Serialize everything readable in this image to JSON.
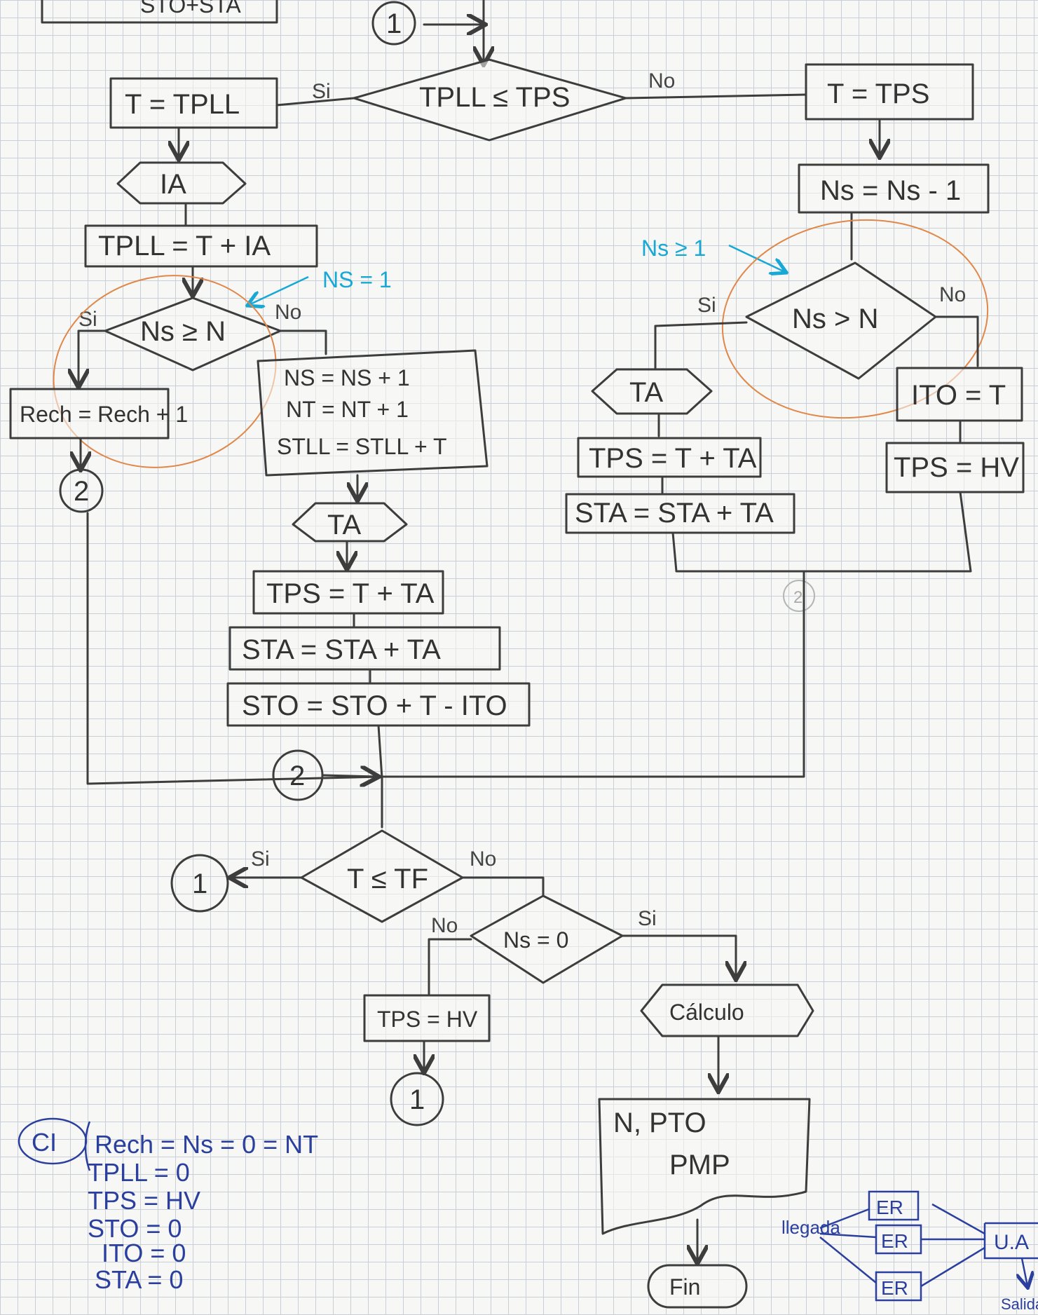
{
  "top": {
    "partial_box": "STO+STA",
    "connector_top": "1"
  },
  "decision_tpll": {
    "text": "TPLL ≤ TPS",
    "yes": "Si",
    "no": "No"
  },
  "left_branch": {
    "t_assign": "T = TPLL",
    "ia": "IA",
    "tpll_update": "TPLL = T + IA",
    "decision_ns": {
      "text": "Ns ≥ N",
      "yes": "Si",
      "no": "No"
    },
    "cyan_note": "NS = 1",
    "rech": "Rech = Rech + 1",
    "connector_2": "2",
    "block": [
      "NS = NS + 1",
      "NT = NT + 1",
      "STLL = STLL + T"
    ],
    "ta": "TA",
    "tps_update": "TPS = T + TA",
    "sta_update": "STA = STA + TA",
    "sto_update": "STO = STO + T - ITO"
  },
  "right_branch": {
    "t_assign": "T = TPS",
    "ns_dec": "Ns = Ns - 1",
    "cyan_note": "Ns ≥ 1",
    "decision": {
      "text": "Ns > N",
      "yes": "Si",
      "no": "No"
    },
    "ta": "TA",
    "tps_update": "TPS = T + TA",
    "sta_update": "STA = STA + TA",
    "ito": "ITO = T",
    "tps_hv": "TPS = HV",
    "faint_connector": "2"
  },
  "bottom": {
    "connector_2": "2",
    "decision_t": {
      "text": "T ≤ TF",
      "yes": "Si",
      "no": "No"
    },
    "connector_1_left": "1",
    "decision_ns0": {
      "text": "Ns = 0",
      "yes": "Si",
      "no": "No"
    },
    "tps_hv": "TPS = HV",
    "connector_1_bottom": "1",
    "calc": "Cálculo",
    "output": [
      "N, PTO",
      "PMP"
    ],
    "end": "Fin"
  },
  "initial_conditions": {
    "label": "CI",
    "lines": [
      "Rech = Ns = 0 = NT",
      "TPLL = 0",
      "TPS = HV",
      "STO = 0",
      "ITO = 0",
      "STA = 0"
    ]
  },
  "system_sketch": {
    "arrivals": "llegada",
    "er": [
      "ER",
      "ER",
      "ER"
    ],
    "ua": "U.A",
    "exit": "Salida"
  },
  "colors": {
    "pencil": "#3d3d3d",
    "ink_blue": "#2b3f9e",
    "cyan": "#18a8d6",
    "orange": "#e0874a",
    "grid": "#c9cfd6"
  }
}
